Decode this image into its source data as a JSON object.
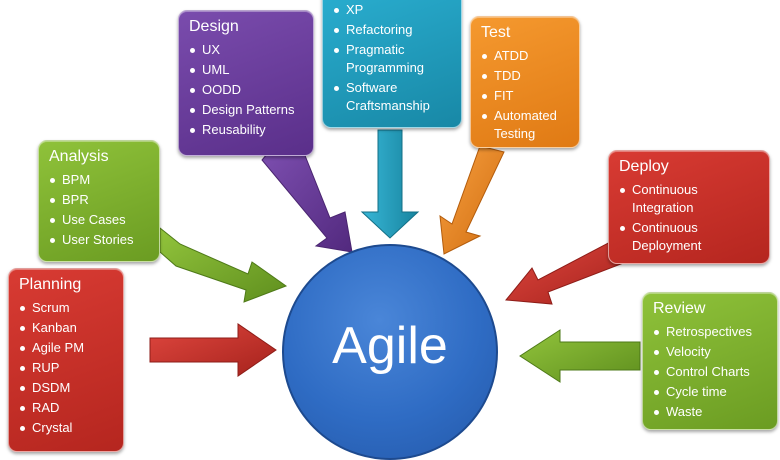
{
  "center": {
    "label": "Agile"
  },
  "colors": {
    "planning": "#c8312b",
    "analysis": "#7dad2e",
    "design": "#6a3d9a",
    "development": "#1f9fc0",
    "test": "#f08a1c",
    "deploy": "#c8312b",
    "review": "#7dad2e",
    "center": "#2f6cc4"
  },
  "boxes": {
    "planning": {
      "title": "Planning",
      "items": [
        "Scrum",
        "Kanban",
        "Agile PM",
        "RUP",
        "DSDM",
        "RAD",
        "Crystal"
      ]
    },
    "analysis": {
      "title": "Analysis",
      "items": [
        "BPM",
        "BPR",
        "Use Cases",
        "User Stories"
      ]
    },
    "design": {
      "title": "Design",
      "items": [
        "UX",
        "UML",
        "OODD",
        "Design Patterns",
        "Reusability"
      ]
    },
    "development": {
      "items": [
        "XP",
        "Refactoring",
        "Pragmatic Programming",
        "Software Craftsmanship"
      ]
    },
    "test": {
      "title": "Test",
      "items": [
        "ATDD",
        "TDD",
        "FIT",
        "Automated Testing"
      ]
    },
    "deploy": {
      "title": "Deploy",
      "items": [
        "Continuous Integration",
        "Continuous Deployment"
      ]
    },
    "review": {
      "title": "Review",
      "items": [
        "Retrospectives",
        "Velocity",
        "Control Charts",
        "Cycle time",
        "Waste"
      ]
    }
  }
}
